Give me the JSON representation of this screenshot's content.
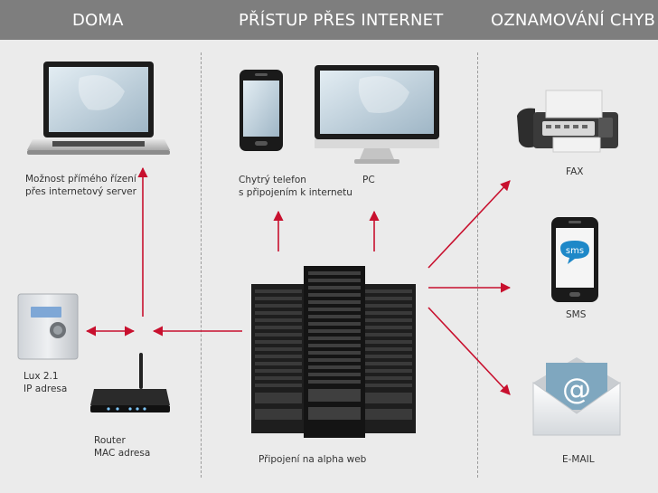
{
  "header": {
    "col1": "DOMA",
    "col2": "PŘÍSTUP PŘES INTERNET",
    "col3": "OZNAMOVÁNÍ CHYB"
  },
  "labels": {
    "laptop_line1": "Možnost přímého řízení",
    "laptop_line2": "přes internetový server",
    "phone_line1": "Chytrý telefon",
    "phone_line2": "s připojením k internetu",
    "pc": "PC",
    "lux_line1": "Lux 2.1",
    "lux_line2": "IP adresa",
    "router_line1": "Router",
    "router_line2": "MAC adresa",
    "server": "Připojení na alpha web",
    "fax": "FAX",
    "sms": "SMS",
    "email": "E-MAIL"
  },
  "icons": {
    "sms_bubble": "sms",
    "at_sign": "@"
  },
  "colors": {
    "header_bg": "#7e7e7e",
    "arrow": "#c8102e",
    "background": "#ebebeb"
  }
}
